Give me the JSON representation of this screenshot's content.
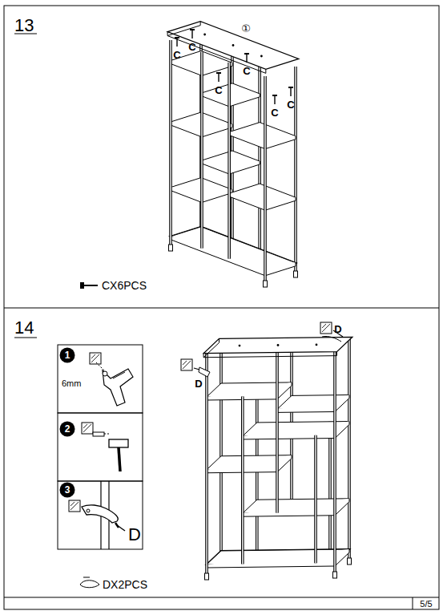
{
  "diagram": {
    "nodes": [
      {
        "text": [
          "13"
        ]
      },
      {
        "text": [
          "14"
        ]
      },
      {
        "text": [
          "1"
        ],
        "in": 1
      },
      {
        "text": [
          "2"
        ],
        "in": 1
      },
      {
        "text": [
          "3"
        ],
        "in": 1
      }
    ],
    "labels": [
      "①",
      "C",
      "C",
      "C",
      "C",
      "C",
      "C",
      "CX6PCS",
      "6mm",
      "D",
      "DX2PCS",
      "D",
      "D",
      "5/5"
    ]
  }
}
